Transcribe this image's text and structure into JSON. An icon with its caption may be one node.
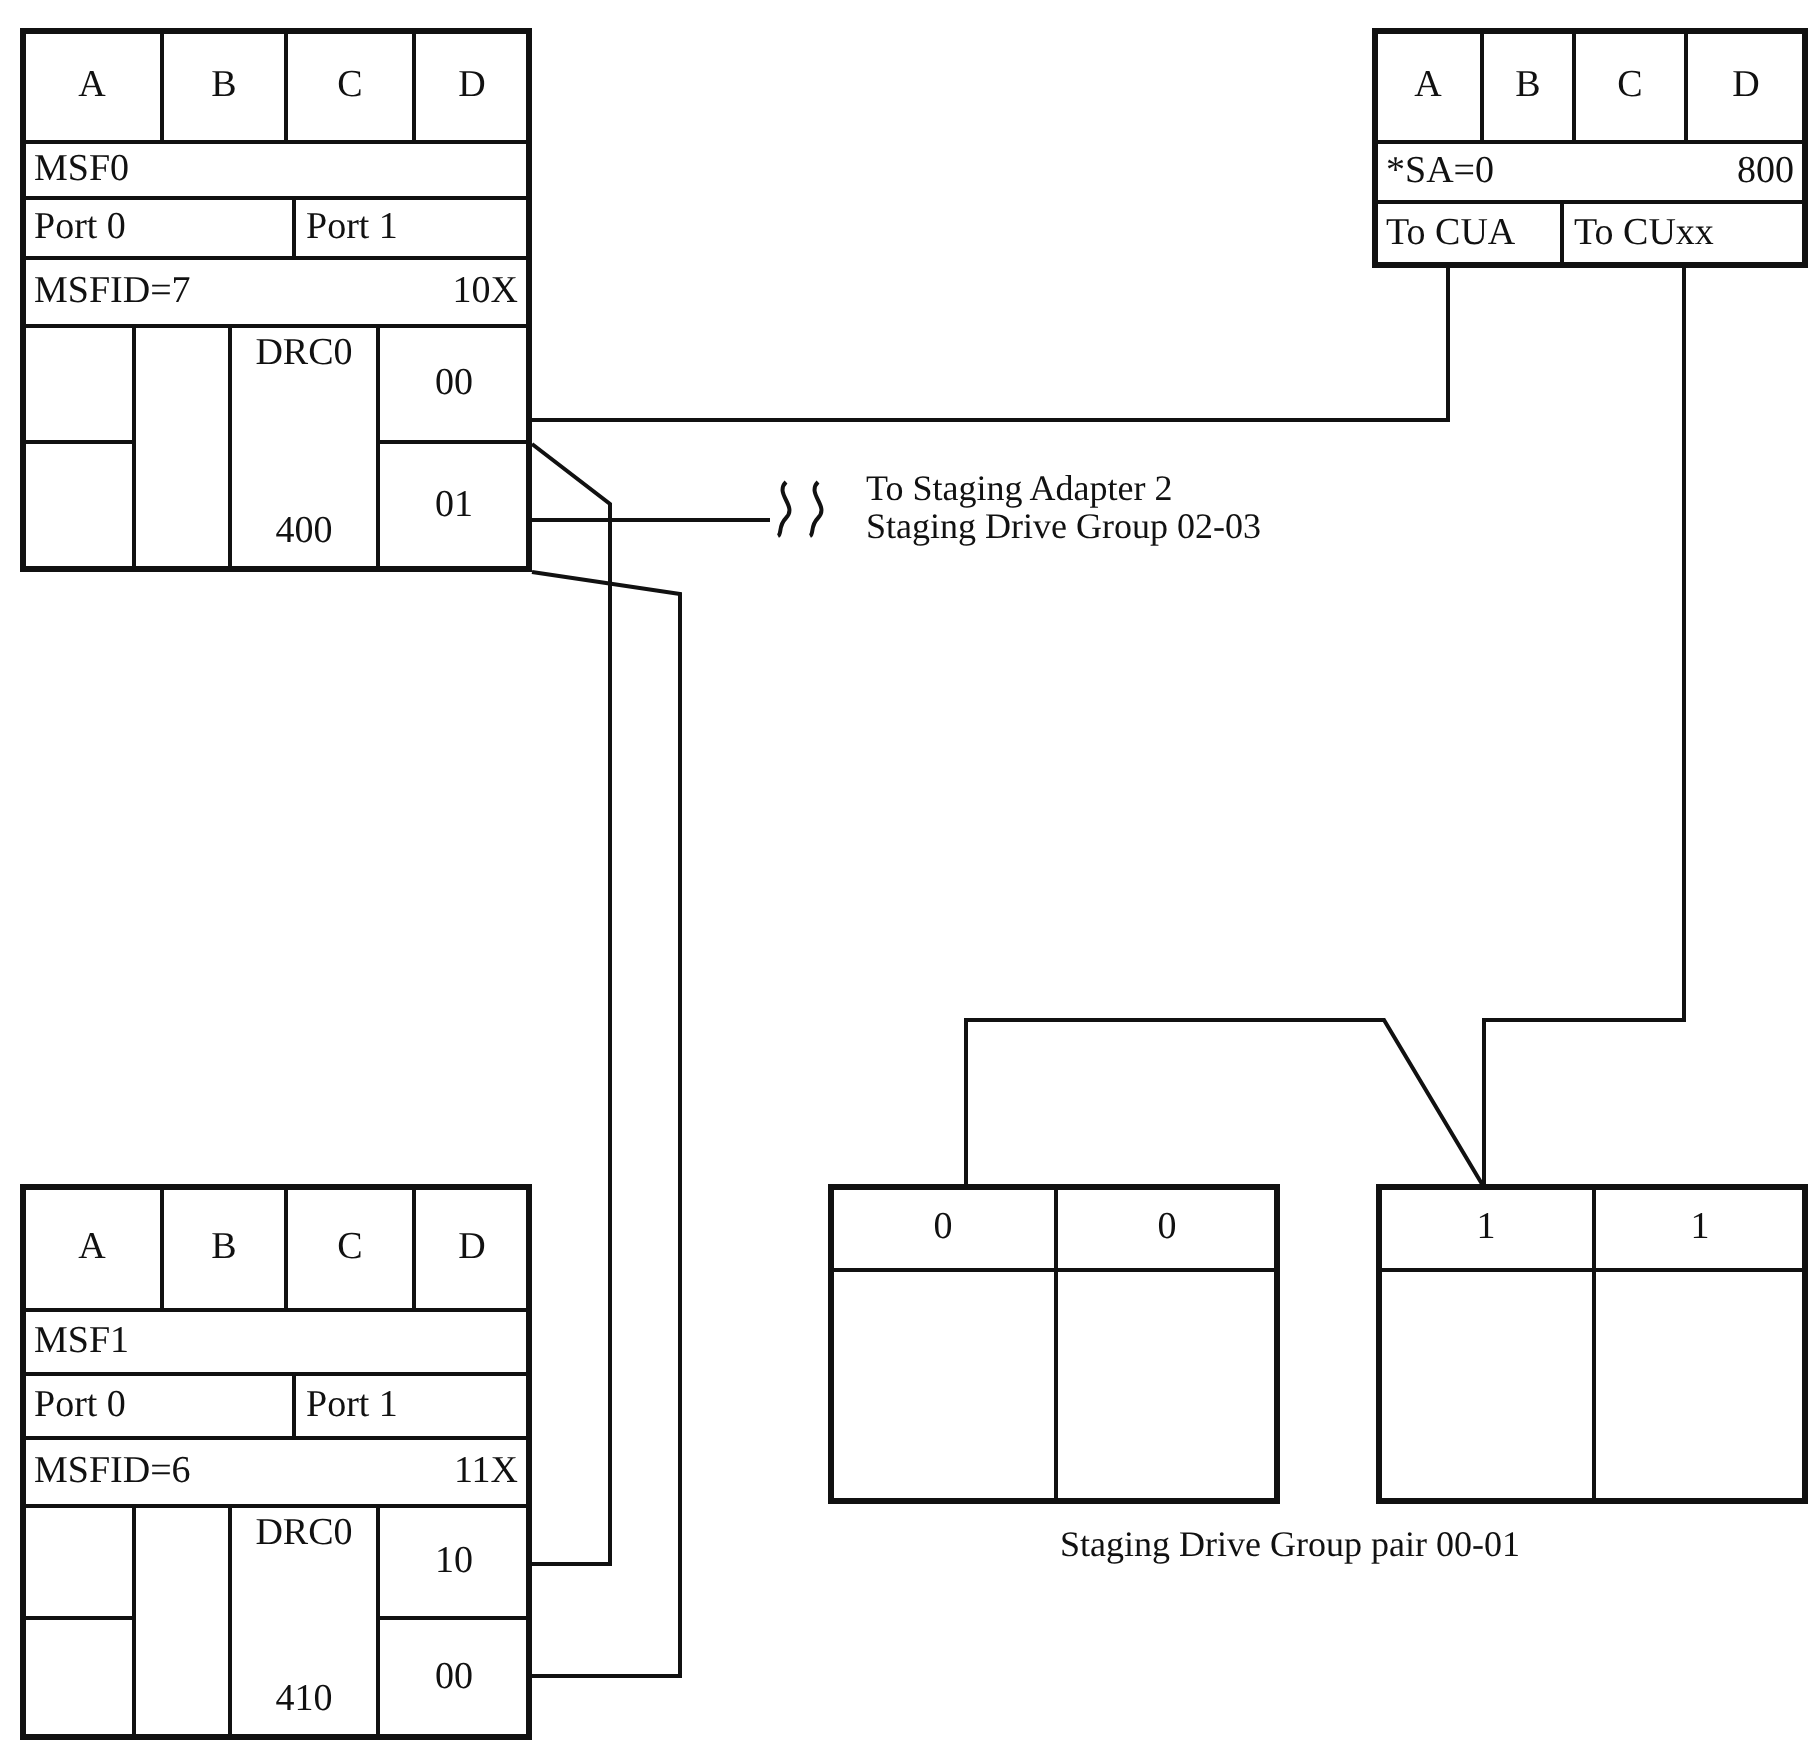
{
  "diagram": {
    "nodes": [
      {
        "text": [],
        "shape": "box"
      },
      {
        "text": [
          "A"
        ],
        "in": 0
      },
      {
        "text": [
          "B"
        ],
        "in": 0
      },
      {
        "text": [
          "C"
        ],
        "in": 0
      },
      {
        "text": [
          "D"
        ],
        "in": 0
      },
      {
        "text": [
          "MSF0"
        ],
        "in": 0
      },
      {
        "text": [
          "Port 0"
        ],
        "in": 0
      },
      {
        "text": [
          "Port 1"
        ],
        "in": 0
      },
      {
        "text": [
          "MSFID=7",
          "10X"
        ],
        "in": 0
      },
      {
        "text": [],
        "shape": "box",
        "in": 0
      },
      {
        "text": [],
        "shape": "box",
        "in": 0
      },
      {
        "text": [],
        "shape": "box",
        "in": 0
      },
      {
        "text": [
          "DRC0",
          "400"
        ],
        "in": 0
      },
      {
        "text": [
          "00"
        ],
        "in": 0
      },
      {
        "text": [
          "01"
        ],
        "in": 0
      },
      {
        "text": [],
        "shape": "box"
      },
      {
        "text": [
          "A"
        ],
        "in": 15
      },
      {
        "text": [
          "B"
        ],
        "in": 15
      },
      {
        "text": [
          "C"
        ],
        "in": 15
      },
      {
        "text": [
          "D"
        ],
        "in": 15
      },
      {
        "text": [
          "*SA=0",
          "800"
        ],
        "in": 15
      },
      {
        "text": [
          "To CUA"
        ],
        "in": 15
      },
      {
        "text": [
          "To CUxx"
        ],
        "in": 15
      },
      {
        "text": [
          "To Staging Adapter 2 Staging Drive Group 02-03"
        ]
      },
      {
        "text": [],
        "shape": "box"
      },
      {
        "text": [
          "A"
        ],
        "in": 24
      },
      {
        "text": [
          "B"
        ],
        "in": 24
      },
      {
        "text": [
          "C"
        ],
        "in": 24
      },
      {
        "text": [
          "D"
        ],
        "in": 24
      },
      {
        "text": [
          "MSF1"
        ],
        "in": 24
      },
      {
        "text": [
          "Port 0"
        ],
        "in": 24
      },
      {
        "text": [
          "Port 1"
        ],
        "in": 24
      },
      {
        "text": [
          "MSFID=6",
          "11X"
        ],
        "in": 24
      },
      {
        "text": [],
        "shape": "box",
        "in": 24
      },
      {
        "text": [],
        "shape": "box",
        "in": 24
      },
      {
        "text": [],
        "shape": "box",
        "in": 24
      },
      {
        "text": [
          "DRC0",
          "410"
        ],
        "in": 24
      },
      {
        "text": [
          "10"
        ],
        "in": 24
      },
      {
        "text": [
          "00"
        ],
        "in": 24
      },
      {
        "text": [],
        "shape": "box"
      },
      {
        "text": [
          "0"
        ],
        "in": 39
      },
      {
        "text": [
          "0"
        ],
        "in": 39
      },
      {
        "text": [],
        "shape": "box",
        "in": 39
      },
      {
        "text": [],
        "shape": "box",
        "in": 39
      },
      {
        "text": [],
        "shape": "box"
      },
      {
        "text": [
          "1"
        ],
        "in": 44
      },
      {
        "text": [
          "1"
        ],
        "in": 44
      },
      {
        "text": [],
        "shape": "box",
        "in": 44
      },
      {
        "text": [],
        "shape": "box",
        "in": 44
      }
    ],
    "edges": [
      {
        "from": 13,
        "to": 21,
        "arrow": "none"
      },
      {
        "from": 13,
        "to": 37,
        "arrow": "none"
      },
      {
        "from": 14,
        "to": 23,
        "arrow": "none"
      },
      {
        "from": 14,
        "to": 38,
        "arrow": "none"
      },
      {
        "from": 22,
        "to": 45,
        "arrow": "none"
      },
      {
        "from": 40,
        "to": 45,
        "arrow": "none"
      }
    ],
    "labels": [
      "Staging Drive Group pair 00-01"
    ]
  }
}
